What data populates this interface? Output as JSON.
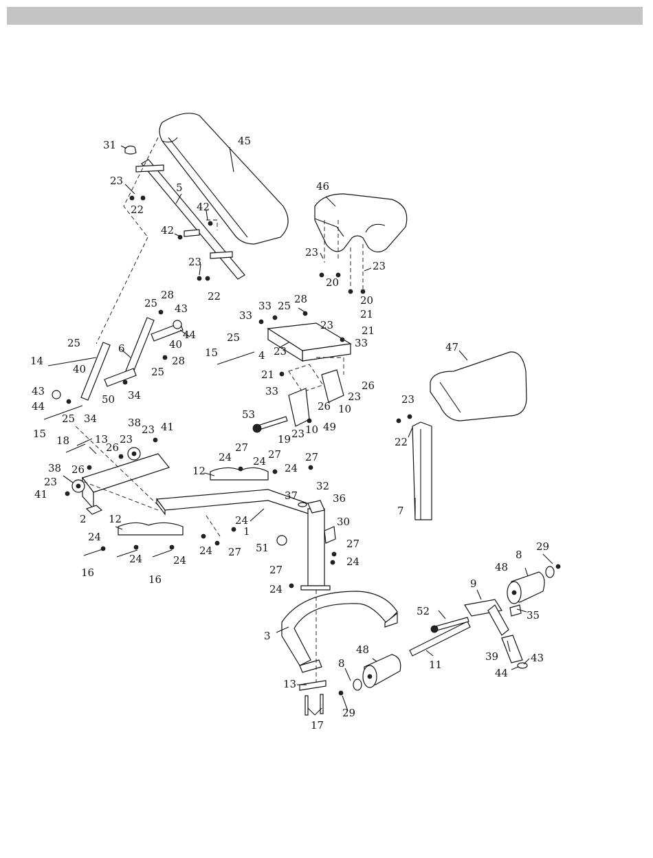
{
  "header": {
    "bar_color": "#c4c4c4"
  },
  "labels": {
    "l31": "31",
    "l45": "45",
    "l23a": "23",
    "l5": "5",
    "l22a": "22",
    "l42a": "42",
    "l42b": "42",
    "l23b": "23",
    "l22b": "22",
    "l46": "46",
    "l23c": "23",
    "l20a": "20",
    "l23d": "23",
    "l20b": "20",
    "l25a": "25",
    "l28a": "28",
    "l43a": "43",
    "l44a": "44",
    "l40a": "40",
    "l28b": "28",
    "l25b": "25",
    "l6": "6",
    "l25c": "25",
    "l14": "14",
    "l40b": "40",
    "l43b": "43",
    "l44b": "44",
    "l50": "50",
    "l34a": "34",
    "l25d": "25",
    "l34b": "34",
    "l15a": "15",
    "l33a": "33",
    "l25e": "25",
    "l28c": "28",
    "l33b": "33",
    "l23e": "23",
    "l21a": "21",
    "l33c": "33",
    "l15b": "15",
    "l25f": "25",
    "l4": "4",
    "l23f": "23",
    "l21b": "21",
    "l33d": "33",
    "l26a": "26",
    "l23g": "23",
    "l26b": "26",
    "l10a": "10",
    "l49": "49",
    "l10b": "10",
    "l23h": "23",
    "l19": "19",
    "l53": "53",
    "l47": "47",
    "l23i": "23",
    "l22c": "22",
    "l7": "7",
    "l18": "18",
    "l13a": "13",
    "l26c": "26",
    "l23j": "23",
    "l38a": "38",
    "l23k": "23",
    "l41a": "41",
    "l26d": "26",
    "l38b": "38",
    "l23l": "23",
    "l41b": "41",
    "l2": "2",
    "l12a": "12",
    "l24a": "24",
    "l27a": "27",
    "l24b": "24",
    "l27b": "27",
    "l24c": "24",
    "l27c": "27",
    "l37": "37",
    "l32": "32",
    "l36": "36",
    "l1": "1",
    "l30": "30",
    "l12b": "12",
    "l24d": "24",
    "l24e": "24",
    "l24f": "24",
    "l27d": "27",
    "l51": "51",
    "l27e": "27",
    "l24g": "24",
    "l16a": "16",
    "l24h": "24",
    "l24i": "24",
    "l16b": "16",
    "l27f": "27",
    "l24j": "24",
    "l3": "3",
    "l13b": "13",
    "l17": "17",
    "l29a": "29",
    "l8a": "8",
    "l48a": "48",
    "l9": "9",
    "l35": "35",
    "l52": "52",
    "l11": "11",
    "l39": "39",
    "l43c": "43",
    "l44c": "44",
    "l48b": "48",
    "l8b": "8",
    "l29b": "29"
  }
}
